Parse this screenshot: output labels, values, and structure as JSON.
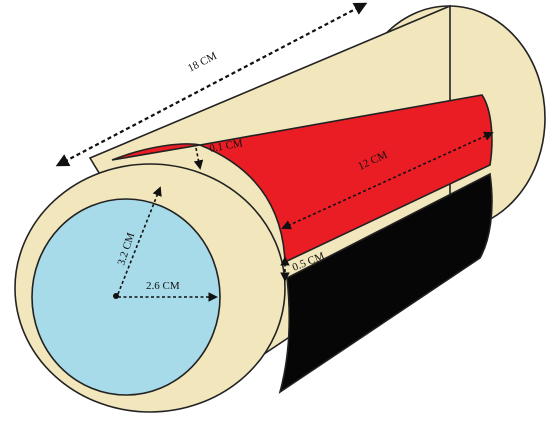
{
  "diagram": {
    "labels": {
      "length_total": "18 CM",
      "wall_thickness": "0.1 CM",
      "band_length": "12 CM",
      "band_gap": "0.5 CM",
      "outer_radius": "3.2 CM",
      "inner_radius": "2.6 CM"
    },
    "colors": {
      "end_cap": "#f2e6bd",
      "inner_face": "#a8dbe9",
      "band_top": "#ea1c24",
      "band_bottom": "#060606",
      "outline": "#222222"
    }
  }
}
